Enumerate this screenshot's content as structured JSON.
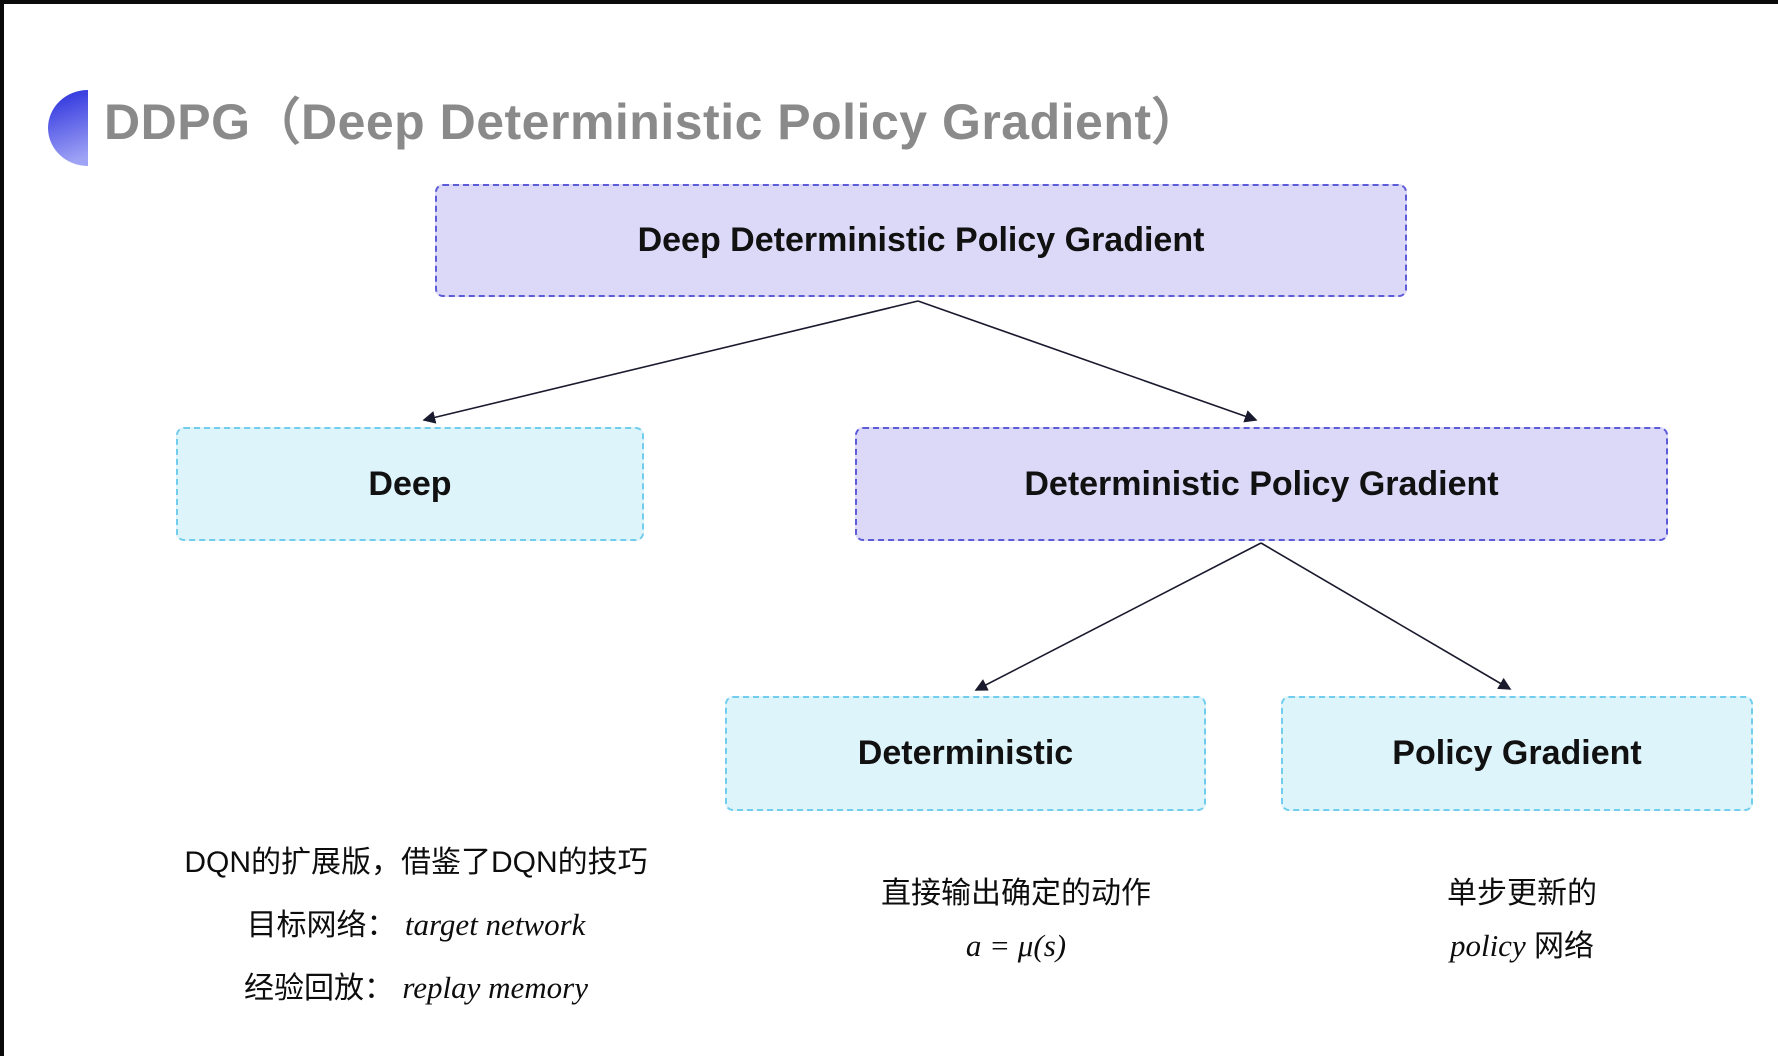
{
  "header": {
    "title": "DDPG（Deep Deterministic Policy Gradient）"
  },
  "diagram": {
    "nodes": [
      {
        "id": "root",
        "label": "Deep Deterministic Policy Gradient",
        "variant": "purple"
      },
      {
        "id": "deep",
        "label": "Deep",
        "variant": "cyan"
      },
      {
        "id": "dpg",
        "label": "Deterministic Policy Gradient",
        "variant": "purple"
      },
      {
        "id": "deterministic",
        "label": "Deterministic",
        "variant": "cyan"
      },
      {
        "id": "policy_gradient",
        "label": "Policy Gradient",
        "variant": "cyan"
      }
    ],
    "edges": [
      {
        "from": "root",
        "to": "deep"
      },
      {
        "from": "root",
        "to": "dpg"
      },
      {
        "from": "dpg",
        "to": "deterministic"
      },
      {
        "from": "dpg",
        "to": "policy_gradient"
      }
    ]
  },
  "notes": {
    "deep": {
      "line1": "DQN的扩展版，借鉴了DQN的技巧",
      "line2_label": "目标网络：",
      "line2_value": "target network",
      "line3_label": "经验回放：",
      "line3_value": "replay memory"
    },
    "deterministic": {
      "line1": "直接输出确定的动作",
      "line2": "a = μ(s)"
    },
    "policy_gradient": {
      "line1": "单步更新的",
      "line2_italic": "policy",
      "line2_rest": " 网络"
    }
  },
  "colors": {
    "purple_fill": "#dcd8f8",
    "purple_border": "#5c5bd8",
    "cyan_fill": "#def4fb",
    "cyan_border": "#70cdee",
    "title_gray": "#8a8a8a",
    "accent_blue": "#3a3fe0",
    "arrow_color": "#1a1a2e"
  }
}
